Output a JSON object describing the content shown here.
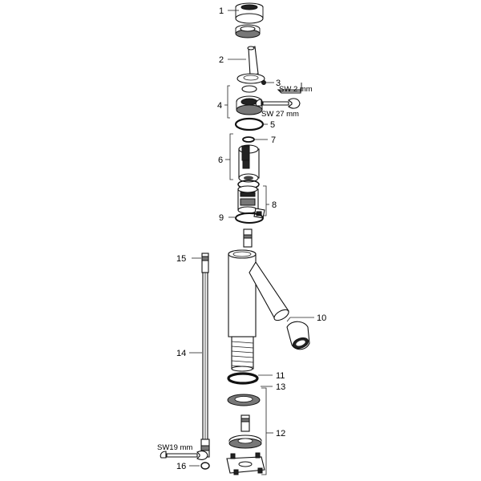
{
  "callouts": {
    "c1": "1",
    "c2": "2",
    "c3": "3",
    "c4": "4",
    "c5": "5",
    "c6": "6",
    "c7": "7",
    "c8": "8",
    "c9": "9",
    "c10": "10",
    "c11": "11",
    "c12": "12",
    "c13": "13",
    "c14": "14",
    "c15": "15",
    "c16": "16"
  },
  "tool_labels": {
    "allen_key": "SW 2 mm",
    "wrench_27": "SW 27 mm",
    "wrench_19": "SW19 mm"
  }
}
